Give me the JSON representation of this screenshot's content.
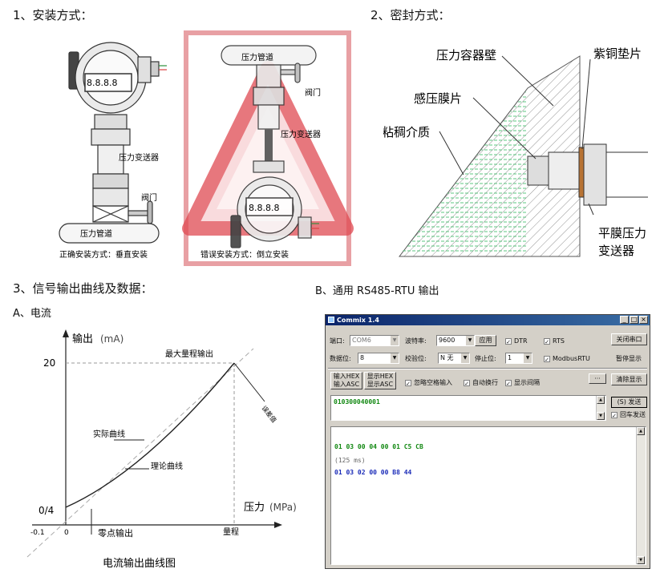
{
  "sections": {
    "install": "1、安装方式：",
    "seal": "2、密封方式：",
    "signal": "3、信号输出曲线及数据：",
    "current": "A、电流",
    "rs485": "B、通用 RS485-RTU 输出"
  },
  "install_fig": {
    "pipe": "压力管道",
    "valve": "阀门",
    "transmitter": "压力变送器",
    "display": "8.8.8.8",
    "correct_caption": "正确安装方式：垂直安装",
    "wrong_caption": "错误安装方式：倒立安装",
    "warning_color": "#e04a52"
  },
  "seal_fig": {
    "wall": "压力容器壁",
    "gasket": "紫铜垫片",
    "diaphragm": "感压膜片",
    "medium": "粘稠介质",
    "flat_1": "平膜压力",
    "flat_2": "变送器",
    "medium_color": "#7fd69a"
  },
  "curve": {
    "ylabel": "输出",
    "yunit": "(mA)",
    "xlabel": "压力",
    "xunit": "(MPa)",
    "max_out": "最大量程输出",
    "overload": "误差值",
    "actual": "实际曲线",
    "theory": "理论曲线",
    "zero_out": "零点输出",
    "range": "量程",
    "caption": "电流输出曲线图",
    "y20": "20",
    "y0": "0/4",
    "x0": "0",
    "xneg": "-0.1"
  },
  "commix": {
    "title": "Commix 1.4",
    "port_label": "端口:",
    "port": "COM6",
    "baud_label": "波特率:",
    "baud": "9600",
    "apply": "应用",
    "dtr": "DTR",
    "rts": "RTS",
    "close_port": "关闭串口",
    "databits_label": "数据位:",
    "databits": "8",
    "parity_label": "校验位:",
    "parity": "N 无",
    "stopbits_label": "停止位:",
    "stopbits": "1",
    "modbus": "ModbusRTU",
    "pause": "暂停显示",
    "in_hex": "输入HEX",
    "in_asc": "输入ASC",
    "show_hex": "显示HEX",
    "show_asc": "显示ASC",
    "ignore_space": "忽略空格输入",
    "auto_wrap": "自动换行",
    "show_interval": "显示间隔",
    "more": "···",
    "clear": "清除显示",
    "input": "010300040001",
    "send": "(S) 发送",
    "cr_send": "回车发送",
    "tx": "01 03 00 04 00 01 C5 CB",
    "interval": "(125 ms)",
    "rx": "01 03 02 00 00 B8 44",
    "tx_color": "#118811",
    "rx_color": "#1a2bb8"
  }
}
